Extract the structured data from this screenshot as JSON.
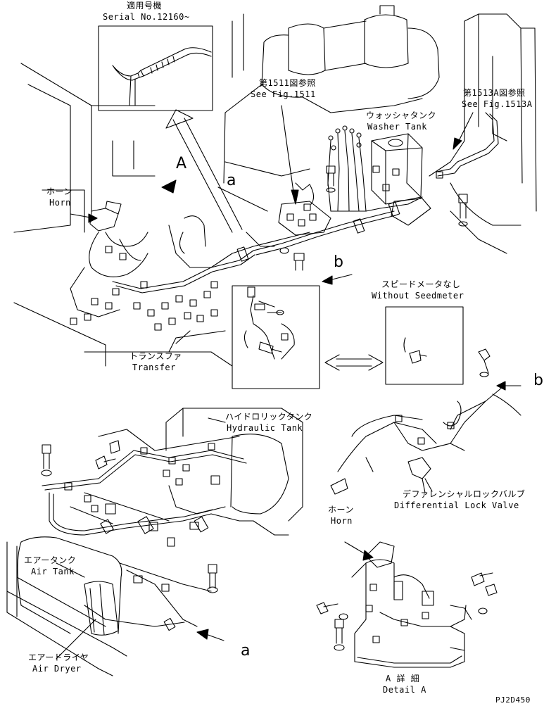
{
  "labels": {
    "serial_jp": "適用号機",
    "serial_en": "Serial No.12160~",
    "fig1511_jp": "第1511図参照",
    "fig1511_en": "See Fig.1511",
    "fig1513a_jp": "第1513A図参照",
    "fig1513a_en": "See Fig.1513A",
    "washer_jp": "ウォッシャタンク",
    "washer_en": "Washer Tank",
    "horn_jp": "ホーン",
    "horn_en": "Horn",
    "transfer_jp": "トランスファ",
    "transfer_en": "Transfer",
    "speedo_jp": "スピードメータなし",
    "speedo_en": "Without Seedmeter",
    "hydraulic_jp": "ハイドロリックタンク",
    "hydraulic_en": "Hydraulic Tank",
    "difflock_jp": "デファレンシャルロックバルブ",
    "difflock_en": "Differential Lock Valve",
    "horn2_jp": "ホーン",
    "horn2_en": "Horn",
    "airtank_jp": "エアータンク",
    "airtank_en": "Air Tank",
    "airdryer_jp": "エアードライヤ",
    "airdryer_en": "Air Dryer",
    "detail_jp": "A 詳 細",
    "detail_en": "Detail A",
    "mark_A": "A",
    "mark_a_top": "a",
    "mark_b_mid": "b",
    "mark_b_right": "b",
    "mark_a_bottom": "a",
    "code": "PJ2D450"
  }
}
